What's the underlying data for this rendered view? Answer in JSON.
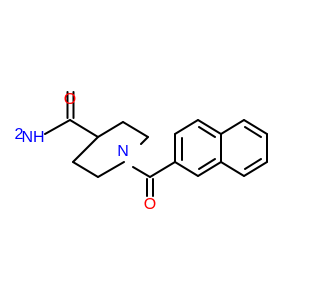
{
  "molecule": {
    "atoms": {
      "oxygen_amide": {
        "label": "O",
        "color": "#ff0000"
      },
      "nitrogen_amide": {
        "label": "NH",
        "sub": "2",
        "color": "#0000ff"
      },
      "nitrogen_ring": {
        "label": "N",
        "color": "#0000ff"
      },
      "oxygen_ketone": {
        "label": "O",
        "color": "#ff0000"
      }
    }
  }
}
